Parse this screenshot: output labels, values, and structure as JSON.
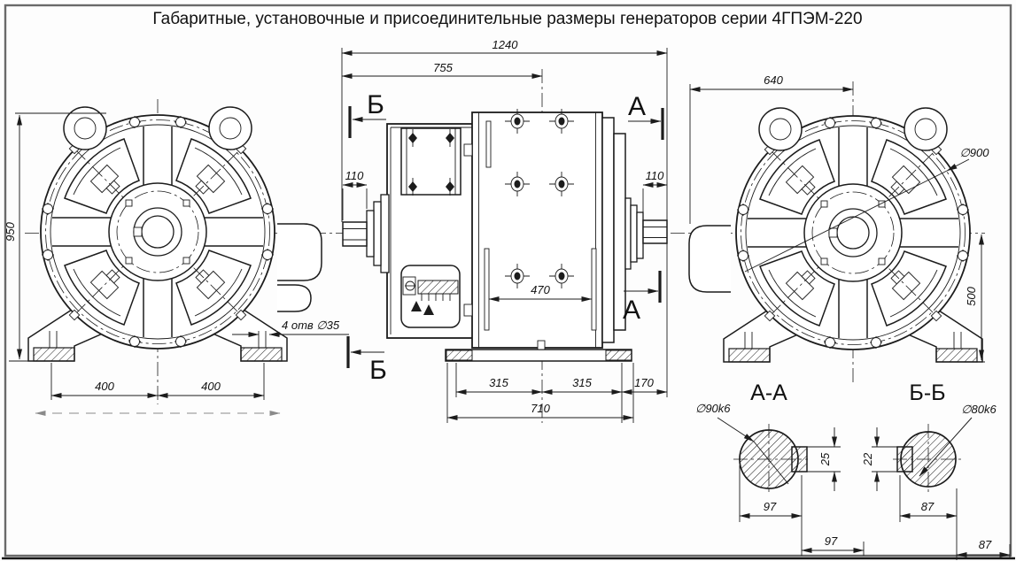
{
  "title": "Габаритные, установочные и присоединительные размеры генераторов серии 4ГПЭМ-220",
  "front_view_left": {
    "dim_height": "950",
    "dim_foot_left": "400",
    "dim_foot_right": "400",
    "note_holes": "4 отв ∅35"
  },
  "side_view": {
    "dim_overall_length": "1240",
    "dim_to_center": "755",
    "dim_shaft_left": "110",
    "dim_shaft_right": "110",
    "dim_frame_window": "470",
    "dim_foot_front": "315",
    "dim_foot_rear": "315",
    "dim_foot_overhang": "170",
    "dim_base_length": "710",
    "section_a": "А",
    "section_b": "Б"
  },
  "front_view_right": {
    "dim_to_edge": "640",
    "dim_outer_diameter": "∅900",
    "dim_axis_height": "500"
  },
  "section_aa": {
    "label": "А-А",
    "shaft_diameter": "∅90k6",
    "key_height": "25",
    "dim_width": "97",
    "dim_offset": "97"
  },
  "section_bb": {
    "label": "Б-Б",
    "shaft_diameter": "∅80k6",
    "key_height": "22",
    "dim_width": "87",
    "dim_offset": "87"
  }
}
